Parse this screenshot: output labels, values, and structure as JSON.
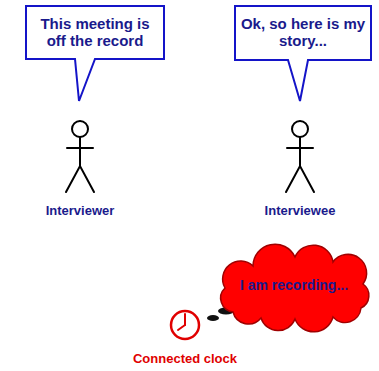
{
  "diagram": {
    "nodes": [
      {
        "text": [
          "This meeting is off the record"
        ]
      },
      {
        "text": [
          "Ok, so here is my story..."
        ]
      },
      {
        "text": [
          "I am recording..."
        ]
      }
    ],
    "labels": [
      "Interviewer",
      "Interviewee",
      "Connected clock"
    ]
  }
}
